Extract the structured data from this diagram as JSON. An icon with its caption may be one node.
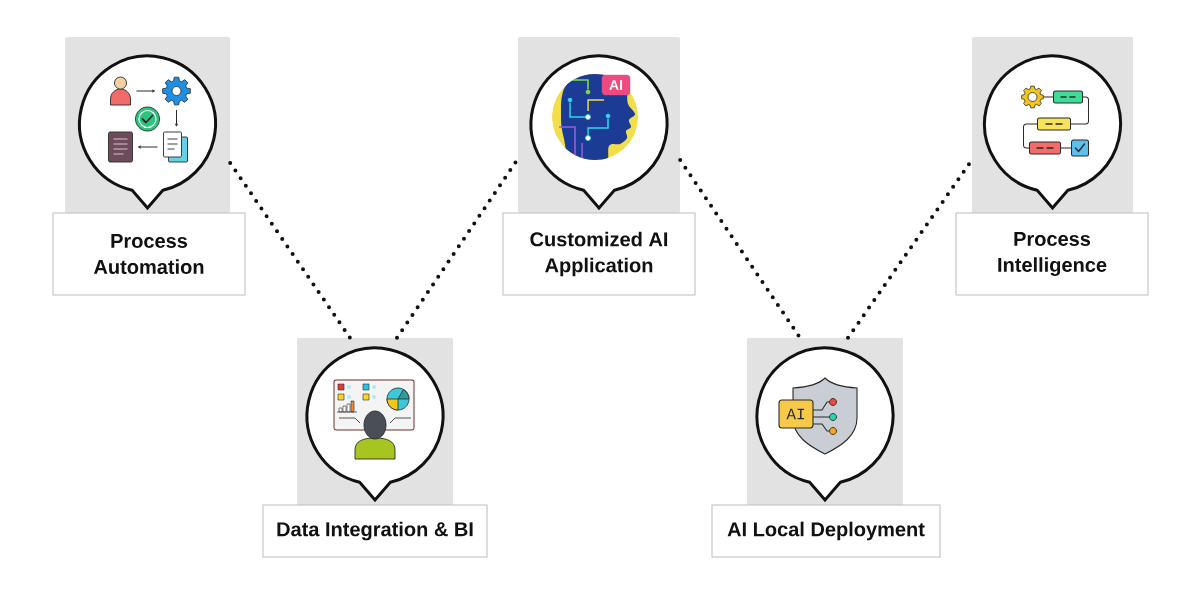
{
  "diagram": {
    "nodes": [
      {
        "text": [],
        "shape": "picture"
      },
      {
        "text": [
          "Process Automation"
        ]
      },
      {
        "text": [],
        "shape": "picture"
      },
      {
        "text": [
          "Data Integration & BI"
        ]
      },
      {
        "text": [],
        "shape": "picture"
      },
      {
        "text": [
          "Customized AI Application"
        ]
      },
      {
        "text": [],
        "shape": "picture"
      },
      {
        "text": [
          "AI Local Deployment"
        ]
      },
      {
        "text": [],
        "shape": "picture"
      },
      {
        "text": [
          "Process Intelligence"
        ]
      }
    ],
    "edges": [
      {
        "from": 0,
        "to": 2,
        "arrow": "none"
      },
      {
        "from": 2,
        "to": 4,
        "arrow": "none"
      },
      {
        "from": 4,
        "to": 6,
        "arrow": "none"
      },
      {
        "from": 6,
        "to": 8,
        "arrow": "none"
      }
    ],
    "labels": [
      "AI",
      "AI"
    ]
  }
}
